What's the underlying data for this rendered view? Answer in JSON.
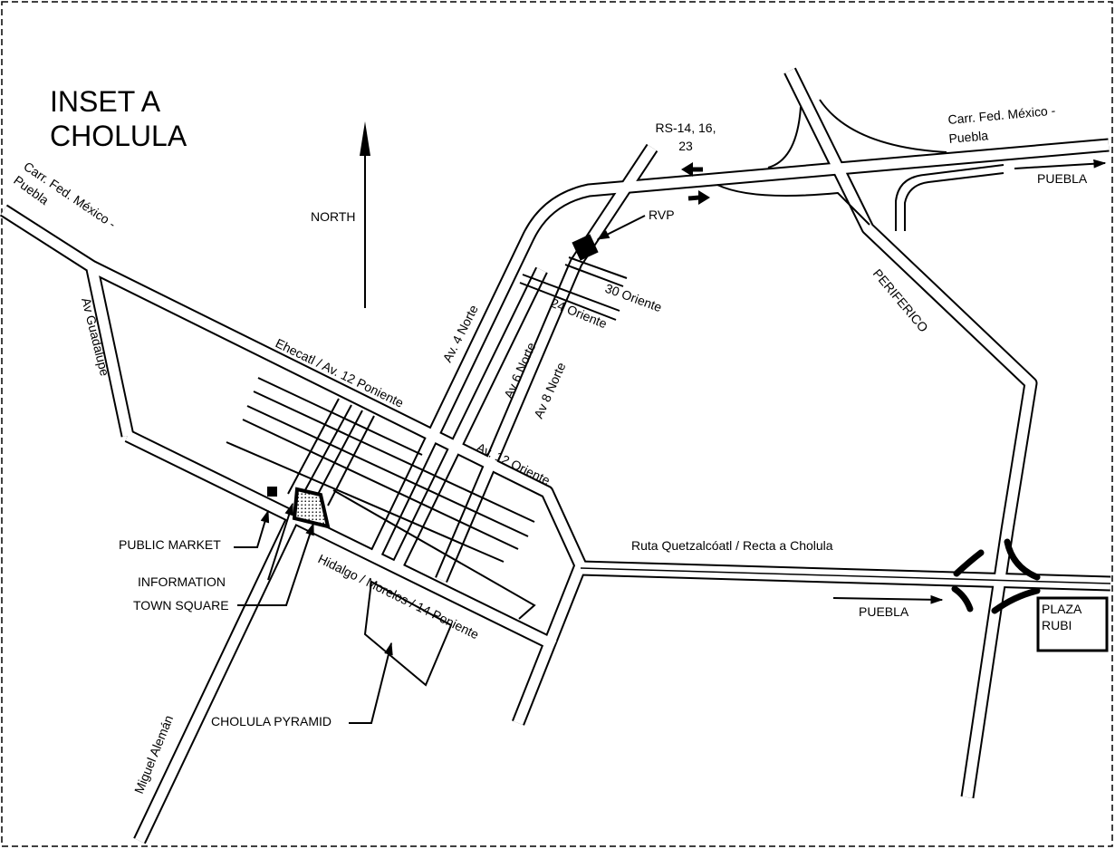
{
  "title": {
    "line1": "INSET A",
    "line2": "CHOLULA"
  },
  "compass": {
    "label": "NORTH"
  },
  "roads": {
    "carr_fed_west": {
      "line1": "Carr. Fed. México -",
      "line2": "Puebla"
    },
    "av_guadalupe": "Av Guadalupe",
    "ehecatl": "Ehecatl / Av. 12 Poniente",
    "av_4_norte": "Av. 4 Norte",
    "av_6_norte": "Av 6 Norte",
    "av_8_norte": "Av 8 Norte",
    "oriente_30": "30 Oriente",
    "oriente_24": "24 Oriente",
    "av_12_oriente": "Av. 12 Oriente",
    "carr_fed_east": {
      "line1": "Carr. Fed. México -",
      "line2": "Puebla"
    },
    "periferico": "PERIFERICO",
    "ruta_quetzalcoatl": "Ruta Quetzalcóatl / Recta a Cholula",
    "hidalgo": "Hidalgo / Morelos / 14 Poniente",
    "miguel_aleman": "Miguel Alemán"
  },
  "routes": {
    "rs": {
      "line1": "RS-14, 16,",
      "line2": "23"
    },
    "rvp": "RVP"
  },
  "directions": {
    "puebla_north": "PUEBLA",
    "puebla_south": "PUEBLA"
  },
  "landmarks": {
    "public_market": "PUBLIC MARKET",
    "information": "INFORMATION",
    "town_square": "TOWN SQUARE",
    "cholula_pyramid": "CHOLULA PYRAMID",
    "plaza_rubi": {
      "line1": "PLAZA",
      "line2": "RUBI"
    }
  },
  "colors": {
    "ink": "#000000",
    "paper": "#ffffff"
  }
}
